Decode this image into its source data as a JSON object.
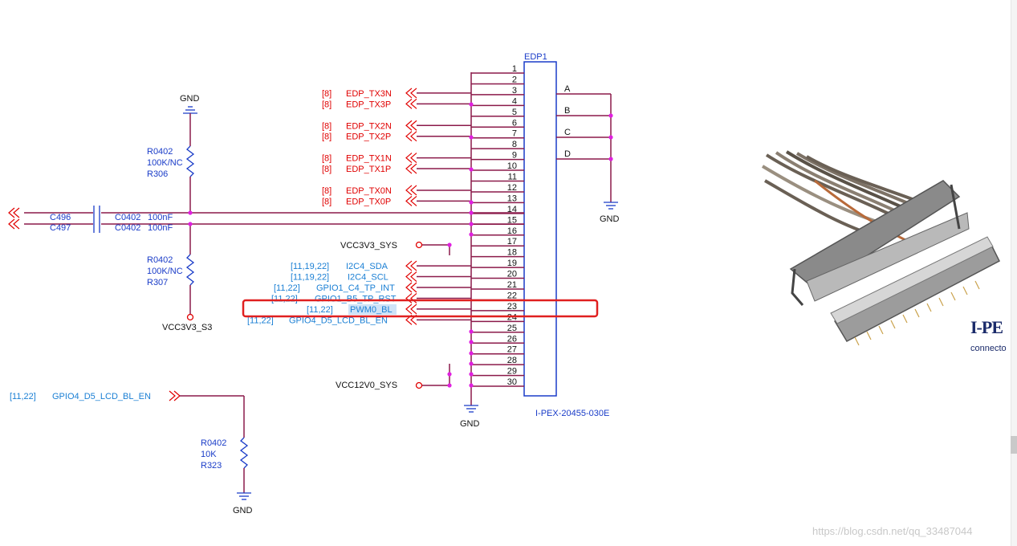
{
  "connector": {
    "ref": "EDP1",
    "part": "I-PEX-20455-030E",
    "pins": [
      "1",
      "2",
      "3",
      "4",
      "5",
      "6",
      "7",
      "8",
      "9",
      "10",
      "11",
      "12",
      "13",
      "14",
      "15",
      "16",
      "17",
      "18",
      "19",
      "20",
      "21",
      "22",
      "23",
      "24",
      "25",
      "26",
      "27",
      "28",
      "29",
      "30"
    ],
    "side_pins": [
      "A",
      "B",
      "C",
      "D"
    ]
  },
  "nets": {
    "tx3n": {
      "ref": "[8]",
      "name": "EDP_TX3N"
    },
    "tx3p": {
      "ref": "[8]",
      "name": "EDP_TX3P"
    },
    "tx2n": {
      "ref": "[8]",
      "name": "EDP_TX2N"
    },
    "tx2p": {
      "ref": "[8]",
      "name": "EDP_TX2P"
    },
    "tx1n": {
      "ref": "[8]",
      "name": "EDP_TX1N"
    },
    "tx1p": {
      "ref": "[8]",
      "name": "EDP_TX1P"
    },
    "tx0n": {
      "ref": "[8]",
      "name": "EDP_TX0N"
    },
    "tx0p": {
      "ref": "[8]",
      "name": "EDP_TX0P"
    },
    "sda": {
      "ref": "[11,19,22]",
      "name": "I2C4_SDA"
    },
    "scl": {
      "ref": "[11,19,22]",
      "name": "I2C4_SCL"
    },
    "tp_int": {
      "ref": "[11,22]",
      "name": "GPIO1_C4_TP_INT"
    },
    "tp_rst": {
      "ref": "[11,22]",
      "name": "GPIO1_B5_TP_RST"
    },
    "pwm": {
      "ref": "[11,22]",
      "name": "PWM0_BL"
    },
    "bl_en": {
      "ref": "[11,22]",
      "name": "GPIO4_D5_LCD_BL_EN"
    },
    "bl_en2": {
      "ref": "[11,22]",
      "name": "GPIO4_D5_LCD_BL_EN"
    }
  },
  "power": {
    "vcc3v3_sys": "VCC3V3_SYS",
    "vcc12v0_sys": "VCC12V0_SYS",
    "vcc3v3_s3": "VCC3V3_S3",
    "gnd": "GND"
  },
  "components": {
    "r306": {
      "pkg": "R0402",
      "value": "100K/NC",
      "ref": "R306"
    },
    "r307": {
      "pkg": "R0402",
      "value": "100K/NC",
      "ref": "R307"
    },
    "r323": {
      "pkg": "R0402",
      "value": "10K",
      "ref": "R323"
    },
    "c496": {
      "ref": "C496",
      "pkg": "C0402",
      "value": "100nF"
    },
    "c497": {
      "ref": "C497",
      "pkg": "C0402",
      "value": "100nF"
    }
  },
  "logo": {
    "text": "I-PE",
    "sub": "connecto"
  },
  "watermark": "https://blog.csdn.net/qq_33487044",
  "colors": {
    "wire": "#8b1a4a",
    "net_red": "#e00000",
    "net_blue": "#1a7fd4",
    "junction": "#e020e0",
    "highlight_box": "#e02020",
    "component": "#1a3cc8",
    "text": "#111111"
  }
}
